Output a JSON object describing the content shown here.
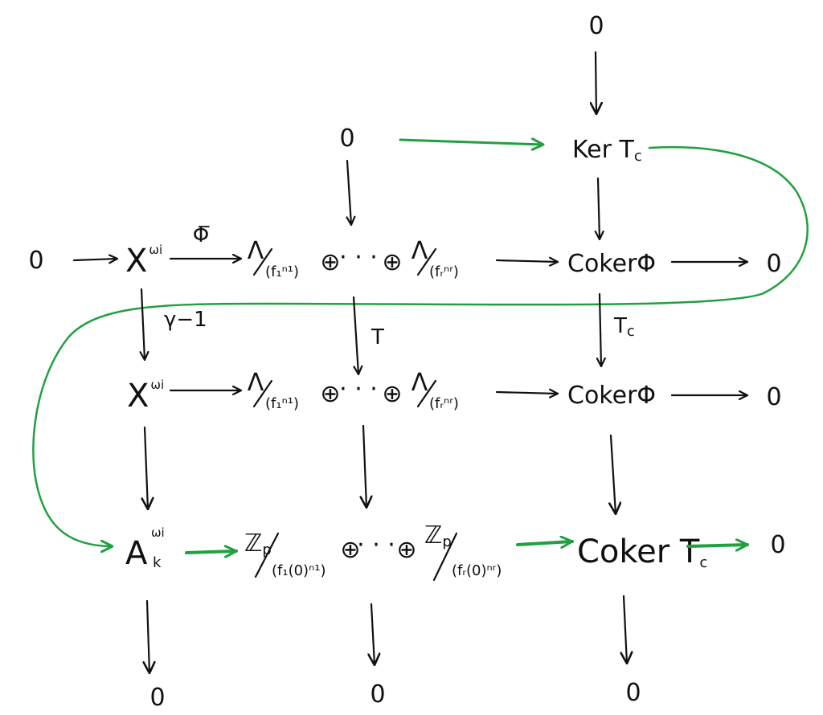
{
  "diagram": {
    "zero": "0",
    "dots": "· · ·",
    "oplus": "⊕",
    "x": "X",
    "wi": "ωi",
    "phi_label": "Φ̅",
    "gamma_label": "γ−1",
    "t_label": "T",
    "tc_label": "Tc",
    "lam": "Λ",
    "lam_first_den": "(f₁ⁿ¹)",
    "lam_last_den": "(fᵣⁿʳ)",
    "ker": "Ker T",
    "ker_sub": "c",
    "coker_phi": "CokerΦ",
    "a": "A",
    "a_sub": "k",
    "zp": "ℤ",
    "zp_sub": "p",
    "zp_first_den": "(f₁(0)ⁿ¹)",
    "zp_last_den": "(fᵣ(0)ⁿʳ)",
    "coker_tc": "Coker T",
    "coker_tc_sub": "c"
  },
  "colors": {
    "ink": "#111111",
    "green": "#21a040"
  }
}
